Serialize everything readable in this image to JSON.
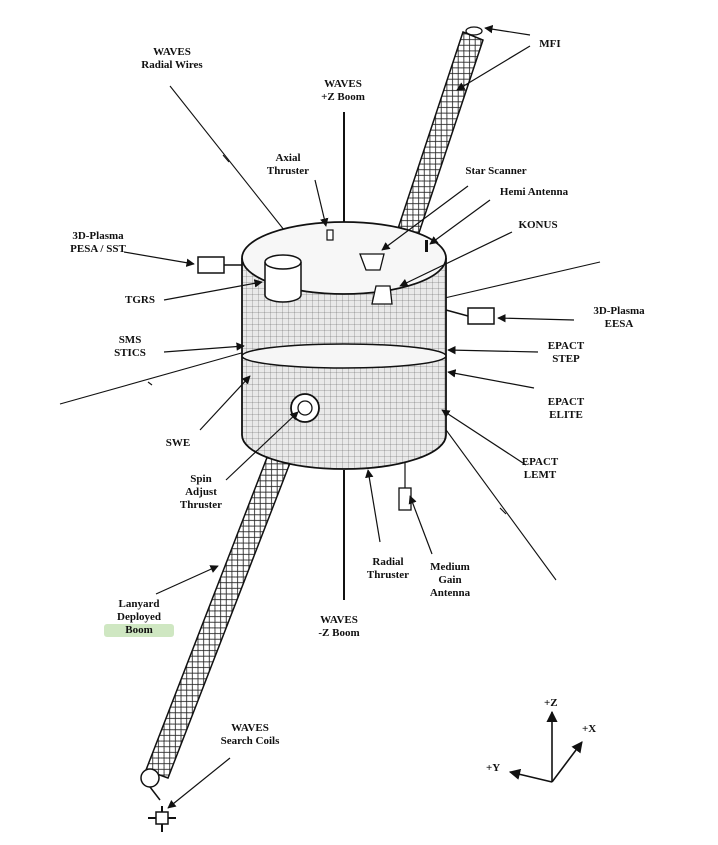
{
  "labels": {
    "waves_radial": [
      "WAVES",
      "Radial Wires"
    ],
    "waves_plus_z": [
      "WAVES",
      "+Z Boom"
    ],
    "mfi": [
      "MFI"
    ],
    "axial_thruster": [
      "Axial",
      "Thruster"
    ],
    "star_scanner": [
      "Star Scanner"
    ],
    "hemi_antenna": [
      "Hemi Antenna"
    ],
    "konus": [
      "KONUS"
    ],
    "pesa_sst": [
      "3D-Plasma",
      "PESA / SST"
    ],
    "tgrs": [
      "TGRS"
    ],
    "sms_stics": [
      "SMS",
      "STICS"
    ],
    "eesa": [
      "3D-Plasma",
      "EESA"
    ],
    "epact_step": [
      "EPACT",
      "STEP"
    ],
    "epact_elite": [
      "EPACT",
      "ELITE"
    ],
    "epact_lemt": [
      "EPACT",
      "LEMT"
    ],
    "swe": [
      "SWE"
    ],
    "spin_adjust": [
      "Spin",
      "Adjust",
      "Thruster"
    ],
    "radial_thruster": [
      "Radial",
      "Thruster"
    ],
    "medium_gain": [
      "Medium",
      "Gain",
      "Antenna"
    ],
    "waves_minus_z": [
      "WAVES",
      "-Z Boom"
    ],
    "lanyard_boom": [
      "Lanyard",
      "Deployed",
      "Boom"
    ],
    "waves_search_coils": [
      "WAVES",
      "Search Coils"
    ]
  },
  "axes": {
    "z": "+Z",
    "x": "+X",
    "y": "+Y"
  },
  "colors": {
    "line": "#111111",
    "body": "#f2f2f2",
    "highlight": "#cfe7c2"
  }
}
